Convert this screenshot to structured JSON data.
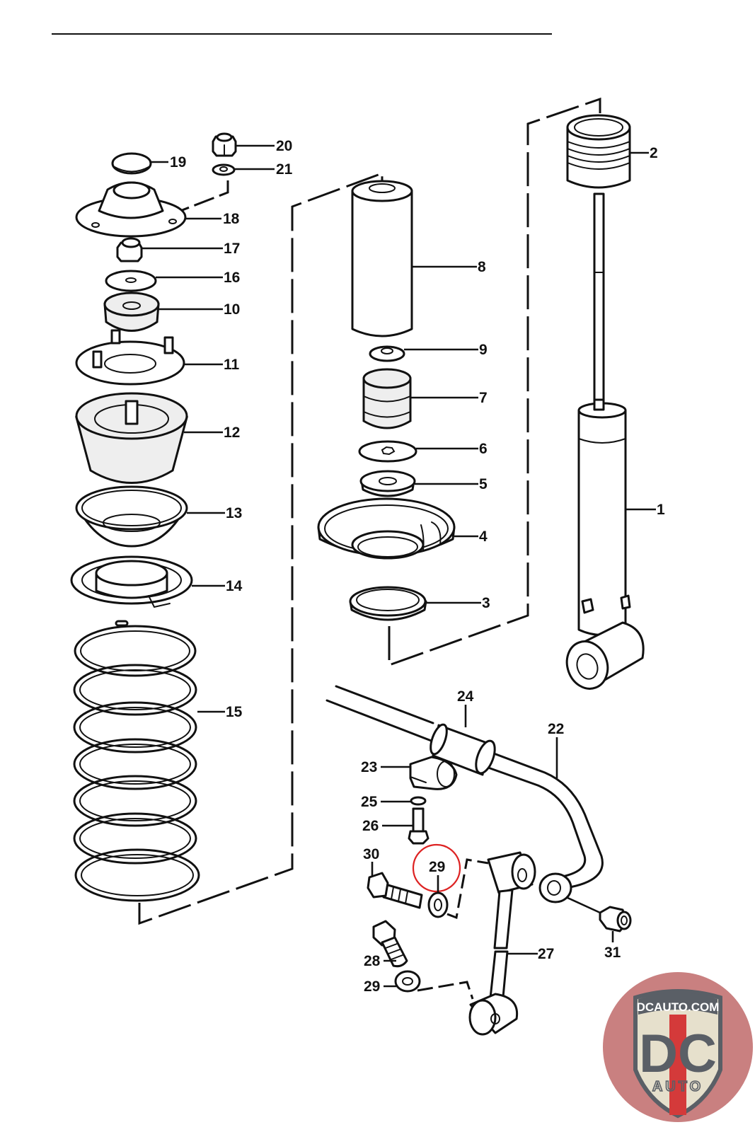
{
  "diagram": {
    "title": "Rear suspension exploded parts diagram",
    "callouts": [
      {
        "id": "p1",
        "label": "1",
        "part": "shock absorber"
      },
      {
        "id": "p2",
        "label": "2",
        "part": "protective cap"
      },
      {
        "id": "p3",
        "label": "3",
        "part": "adjusting ring"
      },
      {
        "id": "p4",
        "label": "4",
        "part": "spring seat"
      },
      {
        "id": "p5",
        "label": "5",
        "part": "bushing"
      },
      {
        "id": "p6",
        "label": "6",
        "part": "washer"
      },
      {
        "id": "p7",
        "label": "7",
        "part": "bump stop"
      },
      {
        "id": "p8",
        "label": "8",
        "part": "protective tube"
      },
      {
        "id": "p9",
        "label": "9",
        "part": "cap"
      },
      {
        "id": "p10",
        "label": "10",
        "part": "rubber bushing"
      },
      {
        "id": "p11",
        "label": "11",
        "part": "mounting plate"
      },
      {
        "id": "p12",
        "label": "12",
        "part": "rubber mount"
      },
      {
        "id": "p13",
        "label": "13",
        "part": "spring plate"
      },
      {
        "id": "p14",
        "label": "14",
        "part": "spring seat"
      },
      {
        "id": "p15",
        "label": "15",
        "part": "coil spring"
      },
      {
        "id": "p16",
        "label": "16",
        "part": "washer"
      },
      {
        "id": "p17",
        "label": "17",
        "part": "nut"
      },
      {
        "id": "p18",
        "label": "18",
        "part": "strut mount"
      },
      {
        "id": "p19",
        "label": "19",
        "part": "cap"
      },
      {
        "id": "p20",
        "label": "20",
        "part": "nut"
      },
      {
        "id": "p21",
        "label": "21",
        "part": "washer"
      },
      {
        "id": "p22",
        "label": "22",
        "part": "stabilizer bar"
      },
      {
        "id": "p23",
        "label": "23",
        "part": "clamp"
      },
      {
        "id": "p24",
        "label": "24",
        "part": "rubber bushing"
      },
      {
        "id": "p25",
        "label": "25",
        "part": "lock washer"
      },
      {
        "id": "p26",
        "label": "26",
        "part": "bolt"
      },
      {
        "id": "p27",
        "label": "27",
        "part": "coupling rod"
      },
      {
        "id": "p28",
        "label": "28",
        "part": "bolt"
      },
      {
        "id": "p29a",
        "label": "29",
        "part": "washer (highlighted)"
      },
      {
        "id": "p29b",
        "label": "29",
        "part": "washer"
      },
      {
        "id": "p30",
        "label": "30",
        "part": "bolt"
      },
      {
        "id": "p31",
        "label": "31",
        "part": "self-locking nut"
      }
    ],
    "highlight_color": "#d22222"
  },
  "logo": {
    "url_text": "DCAUTO.COM",
    "mark": "DC",
    "sub": "AUTO",
    "colors": {
      "bg": "#c97a7a",
      "shield": "#e6e0cc",
      "dark": "#5a5f66",
      "accent": "#d43a3a"
    }
  }
}
